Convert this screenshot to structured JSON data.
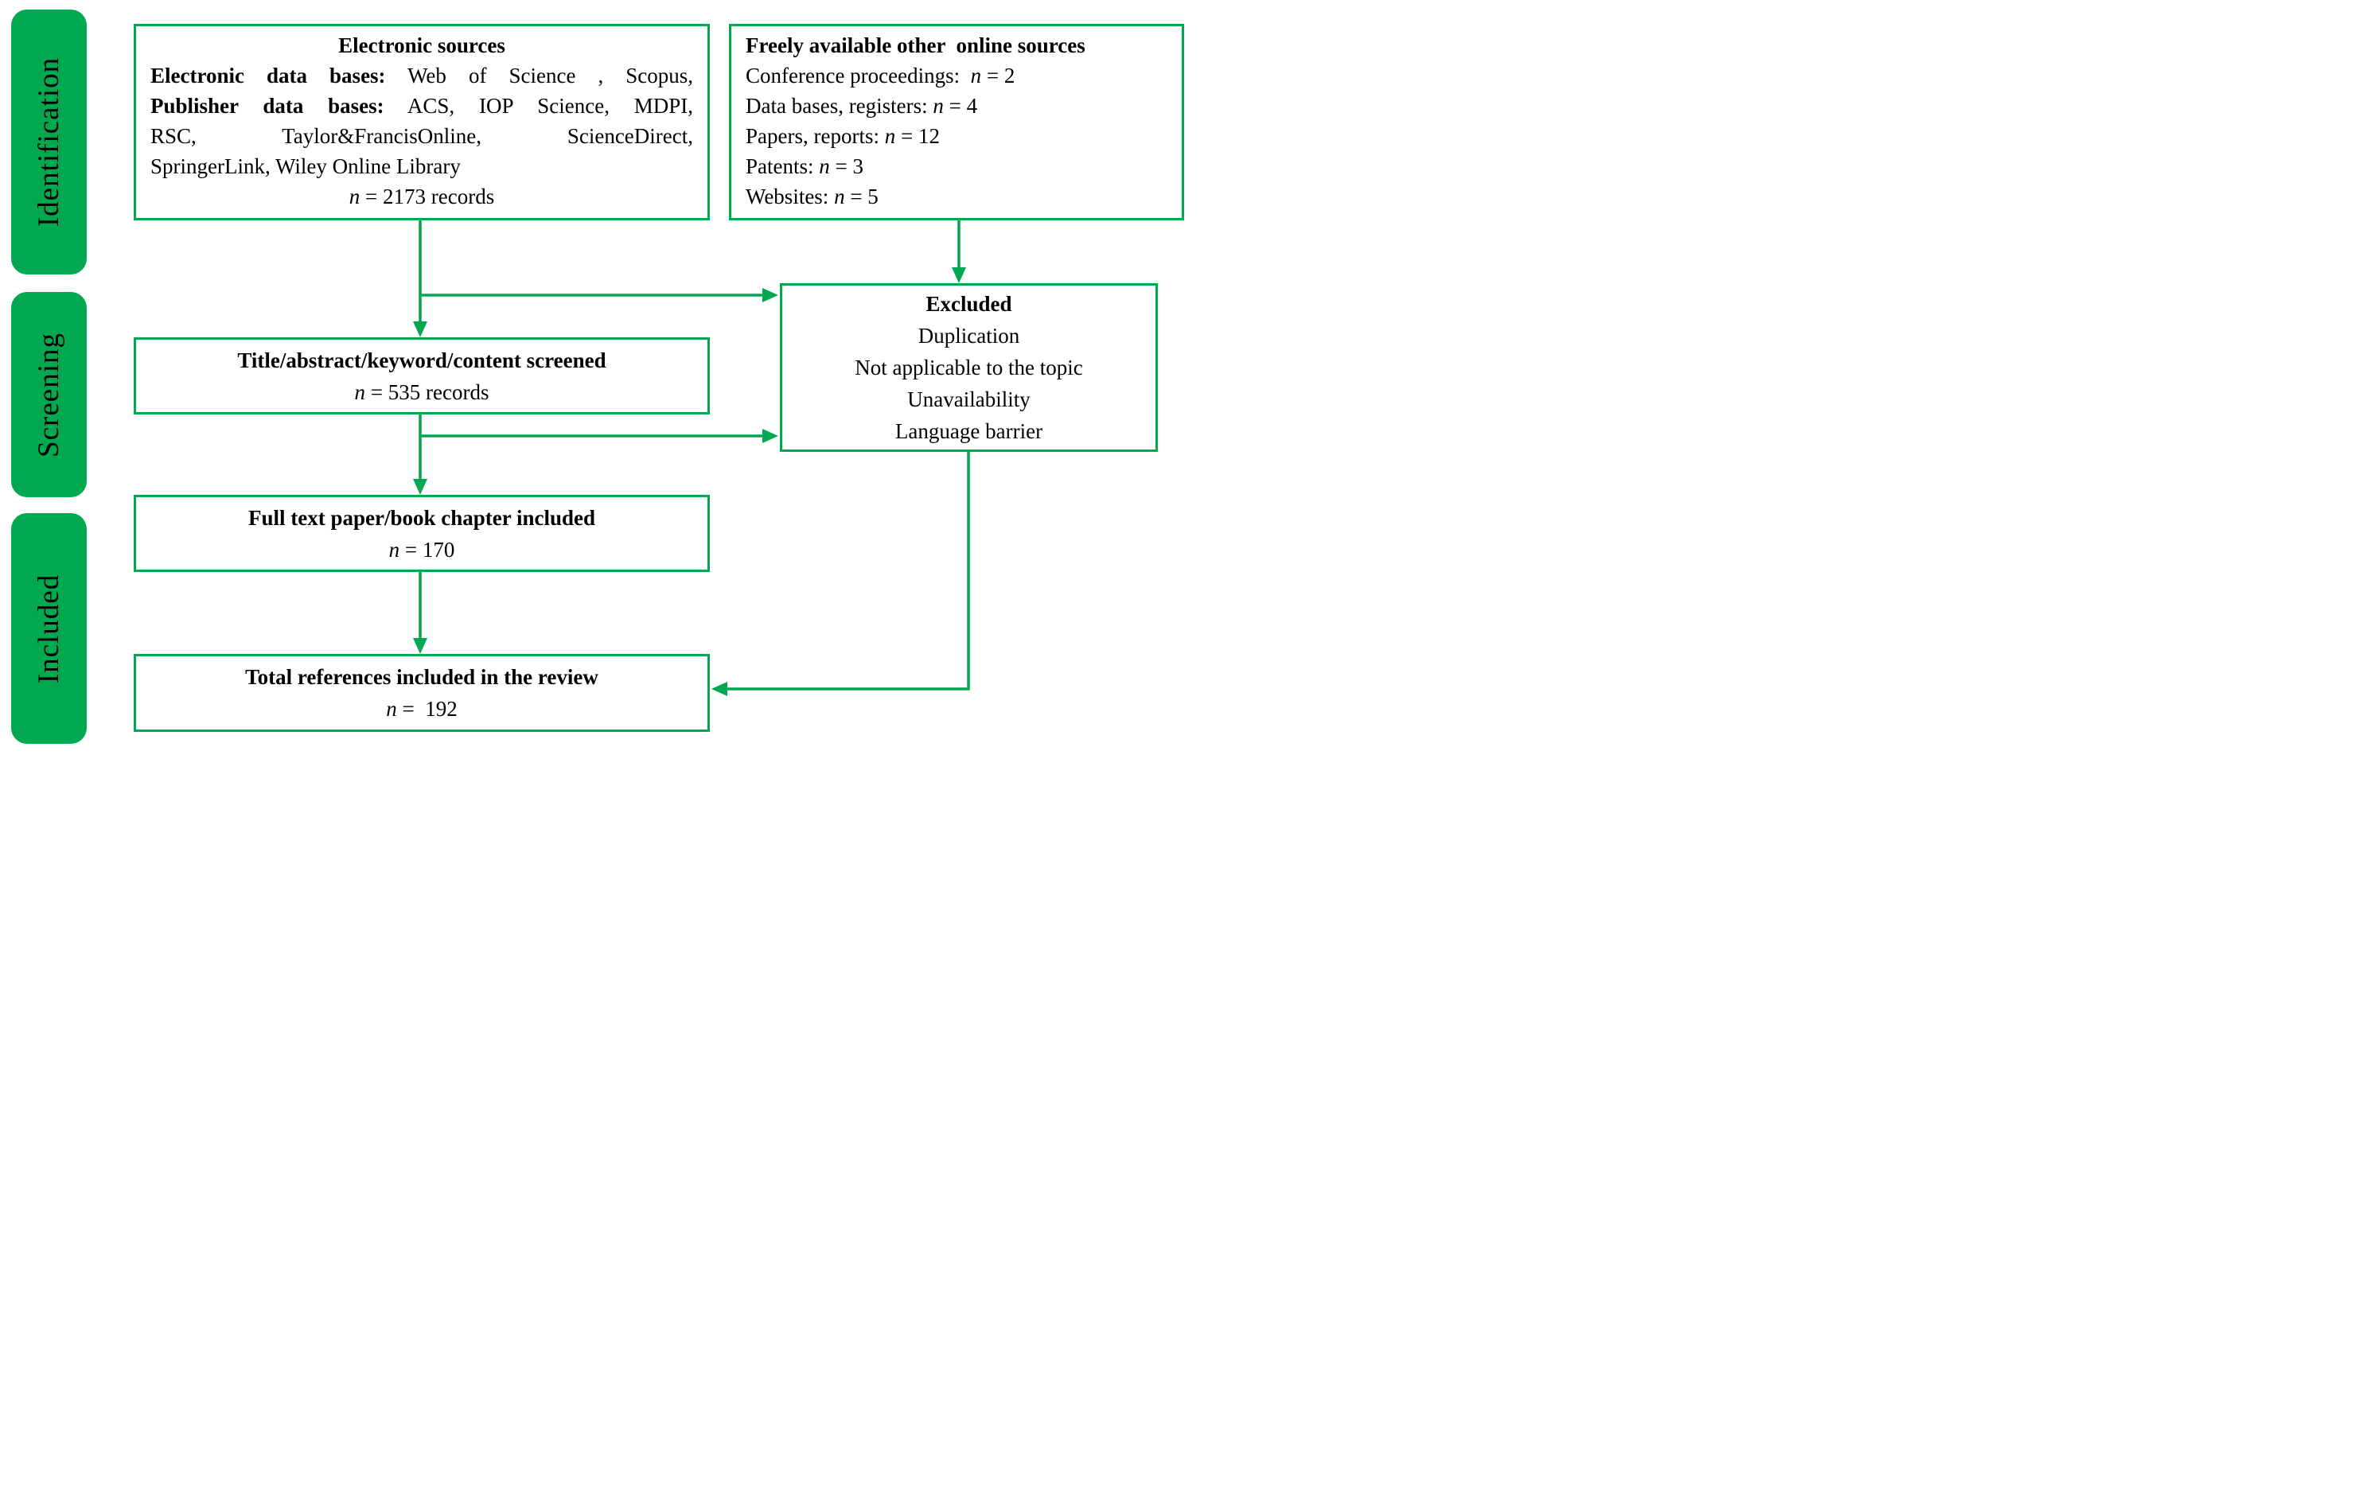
{
  "diagram": {
    "background": "#ffffff",
    "accent_green": "#00a94f",
    "text_color": "#000000"
  },
  "stages": [
    {
      "label": "Identification"
    },
    {
      "label": "Screening"
    },
    {
      "label": "Included"
    }
  ],
  "electronic": {
    "title": "Electronic sources",
    "db_label": "Electronic data bases:",
    "db_rest": " Web of Science , Scopus,",
    "pub_label": "Publisher data bases:",
    "pub_rest": " ACS, IOP Science, MDPI,",
    "pub_line2": "RSC, Taylor&FrancisOnline, ScienceDirect,",
    "pub_line3": "SpringerLink, Wiley Online Library",
    "n_var": "n",
    "n_value": " = 2173 records"
  },
  "freely": {
    "title": "Freely available other  online sources",
    "items": [
      {
        "label": "Conference proceedings:  ",
        "n_var": "n",
        "n_value": " = 2"
      },
      {
        "label": "Data bases, registers: ",
        "n_var": "n",
        "n_value": " = 4"
      },
      {
        "label": "Papers, reports: ",
        "n_var": "n",
        "n_value": " = 12"
      },
      {
        "label": "Patents: ",
        "n_var": "n",
        "n_value": " = 3"
      },
      {
        "label": "Websites: ",
        "n_var": "n",
        "n_value": " = 5"
      }
    ]
  },
  "screened": {
    "title": "Title/abstract/keyword/content screened",
    "n_var": "n",
    "n_value": " = 535 records"
  },
  "excluded": {
    "title": "Excluded",
    "reasons": [
      "Duplication",
      "Not applicable to the topic",
      "Unavailability",
      "Language barrier"
    ]
  },
  "fulltext": {
    "title": "Full text paper/book chapter included",
    "n_var": "n",
    "n_value": " = 170"
  },
  "total": {
    "title": "Total references included in the review",
    "n_var": "n",
    "n_value": " =  192"
  }
}
